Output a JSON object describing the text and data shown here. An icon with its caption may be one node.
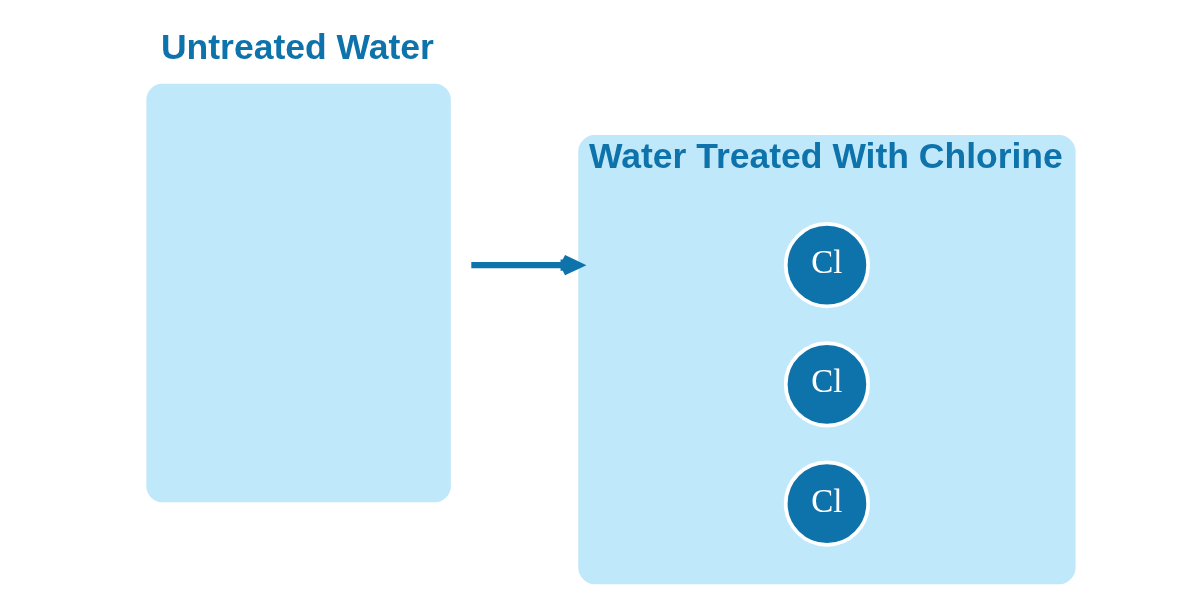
{
  "diagram": {
    "nodes": [
      {
        "text": [
          "Untreated Water"
        ]
      },
      {
        "text": [
          "Water Treated With Chlorine"
        ]
      },
      {
        "text": [
          "Cl"
        ],
        "in": 1
      },
      {
        "text": [
          "Cl"
        ],
        "in": 1
      },
      {
        "text": [
          "Cl"
        ],
        "in": 1
      }
    ],
    "edges": [
      {
        "from": 0,
        "to": 1,
        "arrow": "to"
      }
    ]
  }
}
